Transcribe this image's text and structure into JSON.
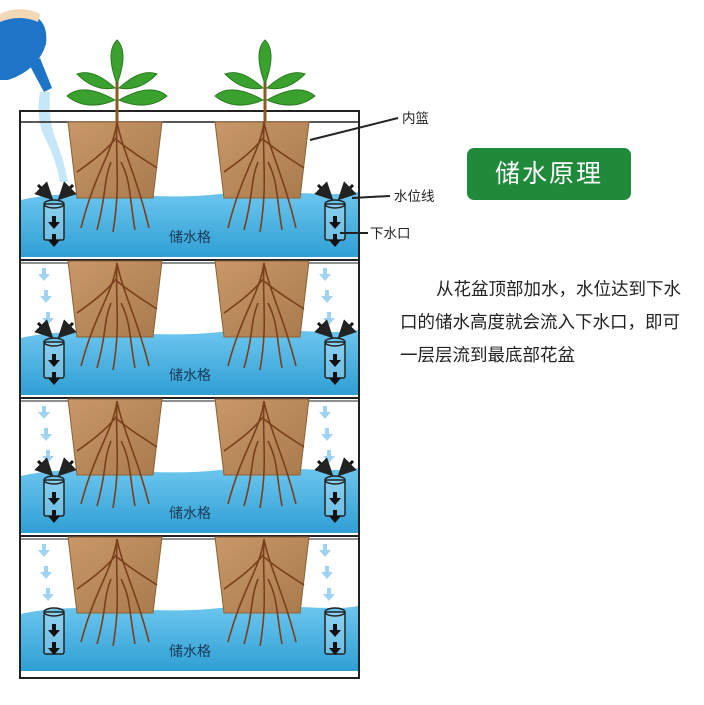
{
  "title_badge": "储水原理",
  "description": "从花盆顶部加水，水位达到下水口的储水高度就会流入下水口，即可一层层流到最底部花盆",
  "labels": {
    "inner_basket": "内篮",
    "water_line": "水位线",
    "drain_outlet": "下水口"
  },
  "tray_label": "储水格",
  "tray_count": 4,
  "colors": {
    "water": "#49b3e0",
    "soil": "#b58657",
    "badge": "#1f8a3a",
    "leaf": "#3aa02e",
    "watering_can": "#1e74c6"
  }
}
